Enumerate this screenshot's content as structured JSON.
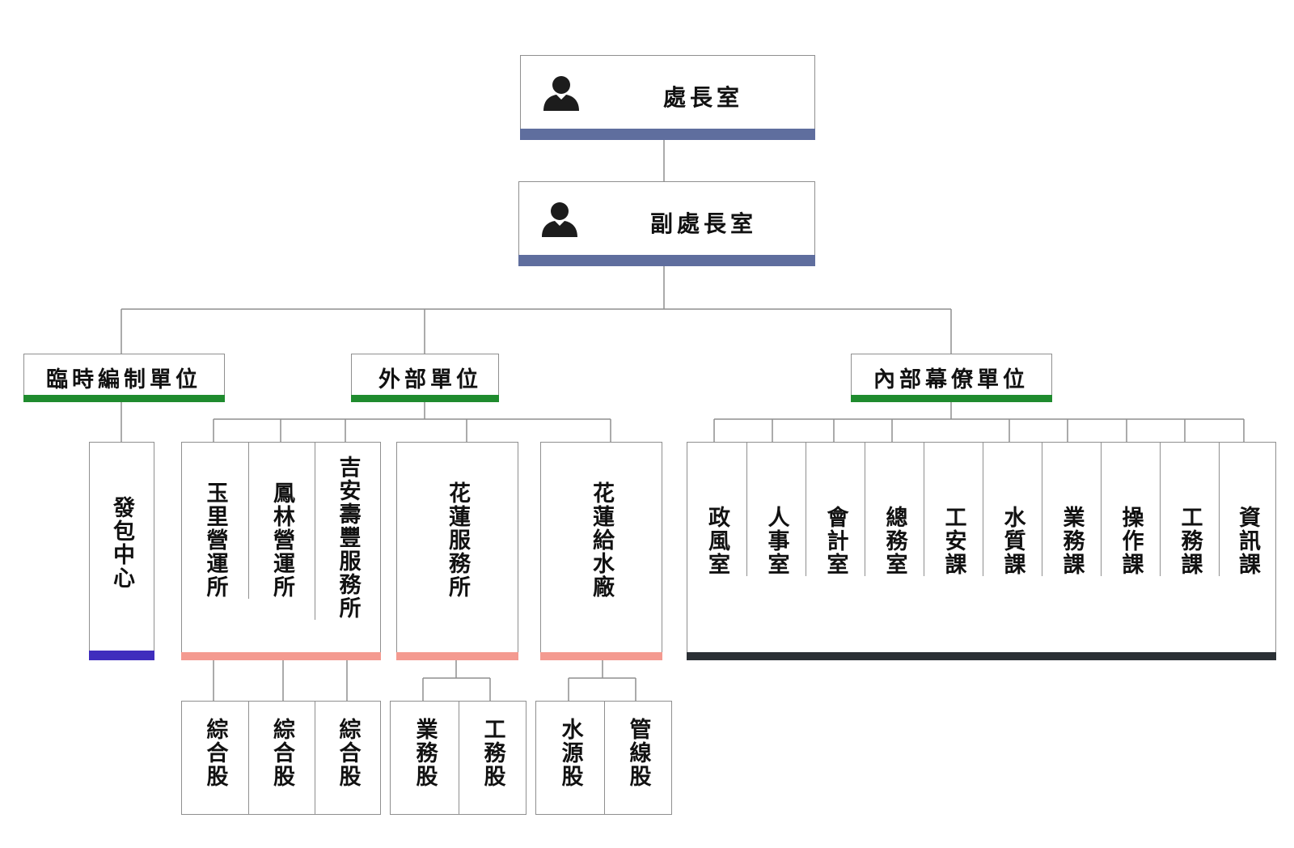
{
  "colors": {
    "exec_bar": "#5f6e9e",
    "category_bar": "#1f8b2e",
    "temp_bar": "#3f2dbd",
    "external_bar": "#f49a90",
    "internal_bar": "#2b3035",
    "line": "#8f8f8f"
  },
  "director": {
    "label": "處長室",
    "icon": "person-icon"
  },
  "deputy": {
    "label": "副處長室",
    "icon": "person-icon"
  },
  "categories": {
    "temporary": "臨時編制單位",
    "external": "外部單位",
    "internal": "內部幕僚單位"
  },
  "temporary_units": [
    "發包中心"
  ],
  "external_group_a": [
    "玉里營運所",
    "鳳林營運所",
    "吉安壽豐服務所"
  ],
  "external_group_a_sections": [
    "綜合股",
    "綜合股",
    "綜合股"
  ],
  "service_office": "花蓮服務所",
  "service_office_sections": [
    "業務股",
    "工務股"
  ],
  "water_plant": "花蓮給水廠",
  "water_plant_sections": [
    "水源股",
    "管線股"
  ],
  "internal_units": [
    "政風室",
    "人事室",
    "會計室",
    "總務室",
    "工安課",
    "水質課",
    "業務課",
    "操作課",
    "工務課",
    "資訊課"
  ]
}
